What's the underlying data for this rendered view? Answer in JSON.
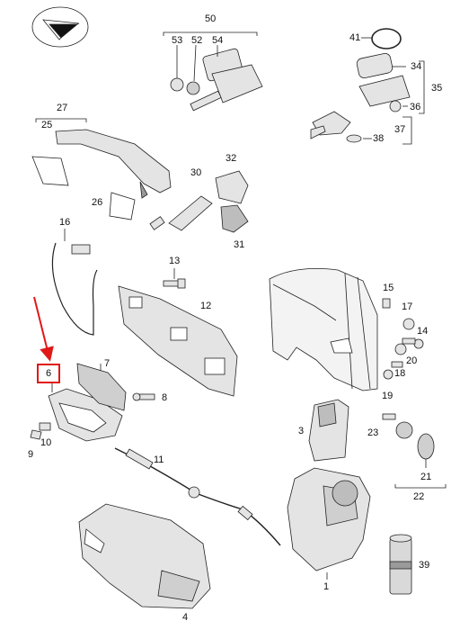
{
  "parts": {
    "p1": "1",
    "p3": "3",
    "p4": "4",
    "p6": "6",
    "p7": "7",
    "p8": "8",
    "p9": "9",
    "p10": "10",
    "p11": "11",
    "p12": "12",
    "p13": "13",
    "p14": "14",
    "p15": "15",
    "p16": "16",
    "p17": "17",
    "p18": "18",
    "p19": "19",
    "p20": "20",
    "p21": "21",
    "p22": "22",
    "p23": "23",
    "p25": "25",
    "p26": "26",
    "p27": "27",
    "p30": "30",
    "p31": "31",
    "p32": "32",
    "p34": "34",
    "p35": "35",
    "p36": "36",
    "p37": "37",
    "p38": "38",
    "p39": "39",
    "p41": "41",
    "p50": "50",
    "p52": "52",
    "p53": "53",
    "p54": "54"
  },
  "highlight": {
    "part": "6",
    "color": "#e01818"
  },
  "colors": {
    "line": "#222222",
    "part_fill": "#e4e4e4",
    "part_dark": "#9a9a9a",
    "highlight": "#e01818"
  }
}
